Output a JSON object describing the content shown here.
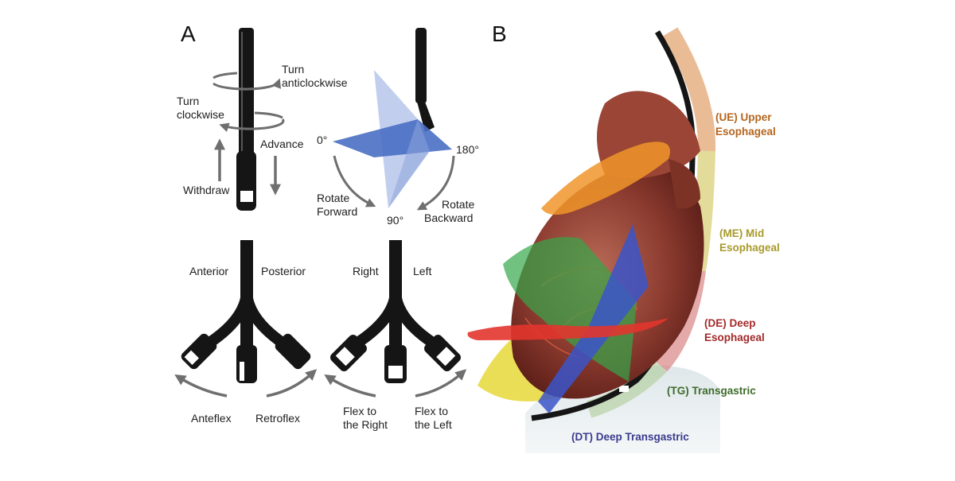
{
  "panels": {
    "a": "A",
    "b": "B"
  },
  "rotation": {
    "turn_anticlockwise": [
      "Turn",
      "anticlockwise"
    ],
    "turn_clockwise": [
      "Turn",
      "clockwise"
    ],
    "advance": "Advance",
    "withdraw": "Withdraw"
  },
  "multiplane": {
    "deg_0": "0°",
    "deg_180": "180°",
    "deg_90": "90°",
    "rotate_forward": [
      "Rotate",
      "Forward"
    ],
    "rotate_backward": [
      "Rotate",
      "Backward"
    ]
  },
  "flexion_ap": {
    "anterior": "Anterior",
    "posterior": "Posterior",
    "anteflex": "Anteflex",
    "retroflex": "Retroflex"
  },
  "flexion_lr": {
    "right": "Right",
    "left": "Left",
    "flex_right": [
      "Flex to",
      "the Right"
    ],
    "flex_left": [
      "Flex to",
      "the Left"
    ]
  },
  "levels": {
    "ue": [
      "(UE) Upper",
      "Esophageal"
    ],
    "me": [
      "(ME) Mid",
      "Esophageal"
    ],
    "de": [
      "(DE) Deep",
      "Esophageal"
    ],
    "tg": "(TG) Transgastric",
    "dt": "(DT) Deep Transgastric"
  },
  "colors": {
    "probe": "#151515",
    "arrow": "#6f6f6f",
    "ue": "#b5651d",
    "me": "#a89a2a",
    "de": "#a32a2a",
    "tg": "#3d6b2b",
    "dt": "#3b3b8f",
    "heart": "#8c3b2f",
    "plane_blue": "#4a6fc4"
  }
}
